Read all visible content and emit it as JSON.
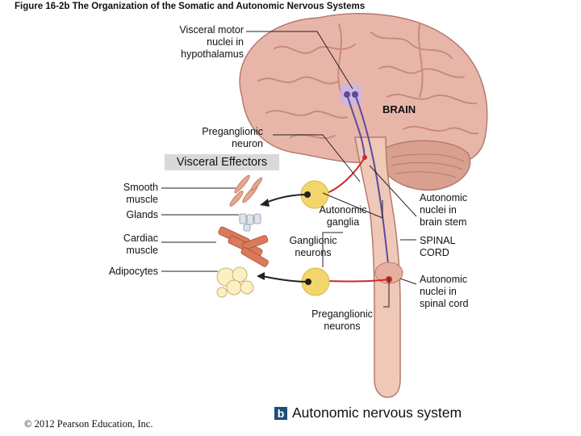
{
  "figure": {
    "title": "Figure 16-2b  The Organization of the Somatic and Autonomic Nervous Systems",
    "panel_letter": "b",
    "panel_title": "Autonomic nervous system",
    "copyright": "© 2012 Pearson Education, Inc."
  },
  "labels": {
    "visceral_motor": [
      "Visceral motor",
      "nuclei in",
      "hypothalamus"
    ],
    "brain": "BRAIN",
    "preganglionic_neuron": [
      "Preganglionic",
      "neuron"
    ],
    "visceral_effectors": "Visceral Effectors",
    "smooth_muscle": [
      "Smooth",
      "muscle"
    ],
    "glands": "Glands",
    "cardiac_muscle": [
      "Cardiac",
      "muscle"
    ],
    "adipocytes": "Adipocytes",
    "autonomic_ganglia": [
      "Autonomic",
      "ganglia"
    ],
    "ganglionic_neurons": [
      "Ganglionic",
      "neurons"
    ],
    "preganglionic_neurons": [
      "Preganglionic",
      "neurons"
    ],
    "nuclei_brain_stem": [
      "Autonomic",
      "nuclei in",
      "brain stem"
    ],
    "spinal_cord": [
      "SPINAL",
      "CORD"
    ],
    "nuclei_spinal_cord": [
      "Autonomic",
      "nuclei in",
      "spinal cord"
    ]
  },
  "colors": {
    "brain": "#e8b6a8",
    "brain_gyri": "#c98a7d",
    "cerebellum": "#d9a090",
    "spinal": "#f0c8b8",
    "neuron_purple": "#5b4aa0",
    "neuron_red": "#cc2a2a",
    "ganglion_yellow": "#f3d66b",
    "muscle_red": "#d97a5a",
    "leader": "#222222",
    "panel_badge": "#1f4e79"
  }
}
